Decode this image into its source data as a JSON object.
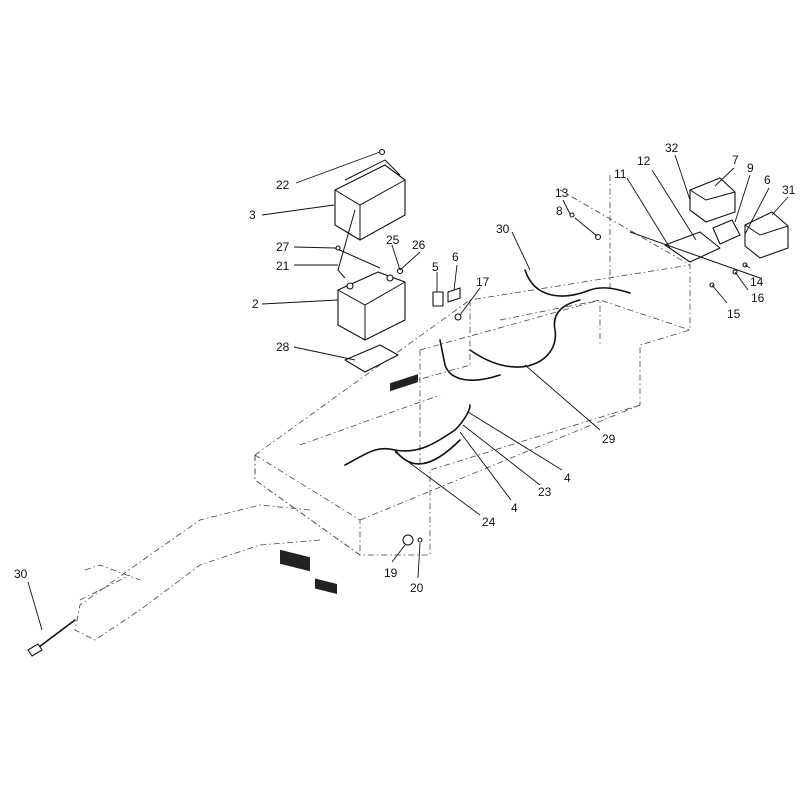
{
  "callouts": [
    {
      "label": "2"
    },
    {
      "label": "3"
    },
    {
      "label": "4"
    },
    {
      "label": "4"
    },
    {
      "label": "5"
    },
    {
      "label": "6"
    },
    {
      "label": "6"
    },
    {
      "label": "7"
    },
    {
      "label": "8"
    },
    {
      "label": "9"
    },
    {
      "label": "11"
    },
    {
      "label": "12"
    },
    {
      "label": "13"
    },
    {
      "label": "14"
    },
    {
      "label": "15"
    },
    {
      "label": "16"
    },
    {
      "label": "17"
    },
    {
      "label": "19"
    },
    {
      "label": "20"
    },
    {
      "label": "21"
    },
    {
      "label": "22"
    },
    {
      "label": "23"
    },
    {
      "label": "24"
    },
    {
      "label": "25"
    },
    {
      "label": "26"
    },
    {
      "label": "27"
    },
    {
      "label": "28"
    },
    {
      "label": "29"
    },
    {
      "label": "30"
    },
    {
      "label": "30"
    },
    {
      "label": "31"
    },
    {
      "label": "32"
    }
  ]
}
